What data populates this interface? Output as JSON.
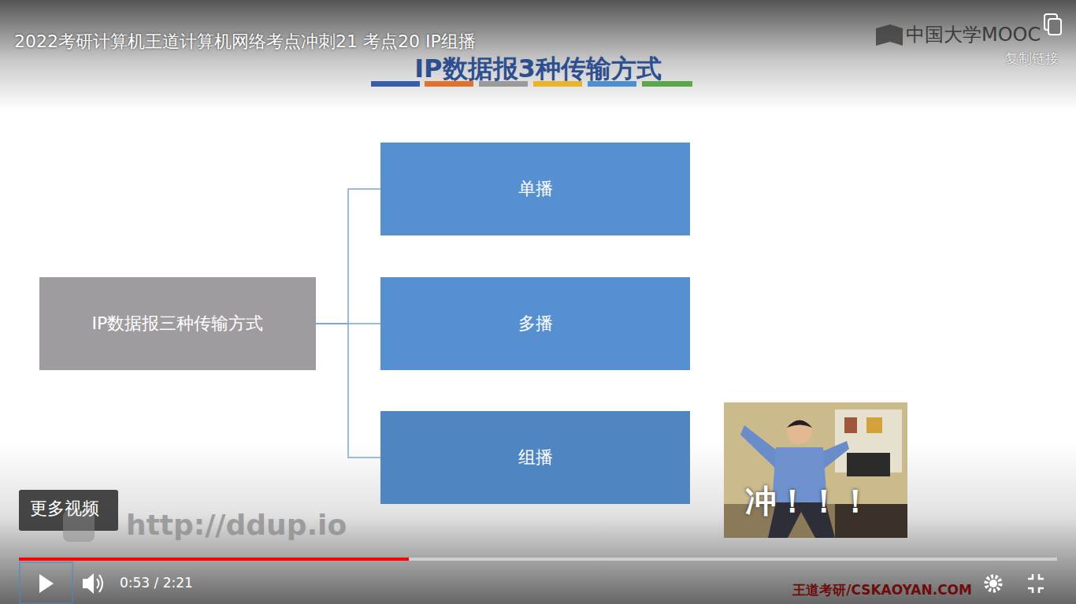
{
  "diagram": {
    "title": "IP数据报3种传输方式",
    "nodes": [
      {
        "text": [
          "IP数据报三种传输方式"
        ]
      },
      {
        "text": [
          "单播"
        ]
      },
      {
        "text": [
          "多播"
        ]
      },
      {
        "text": [
          "组播"
        ]
      }
    ],
    "edges": [
      {
        "from": 0,
        "to": 1,
        "arrow": "none"
      },
      {
        "from": 0,
        "to": 2,
        "arrow": "none"
      },
      {
        "from": 0,
        "to": 3,
        "arrow": "none"
      }
    ],
    "labels": [
      "2022考研计算机王道计算机网络考点冲刺21 考点20 IP组播",
      "中国大学MOOC",
      "复制链接",
      "冲！！！",
      "更多视频",
      "http://ddup.io",
      "0:53 / 2:21",
      "王道考研/CSKAOYAN.COM"
    ]
  }
}
